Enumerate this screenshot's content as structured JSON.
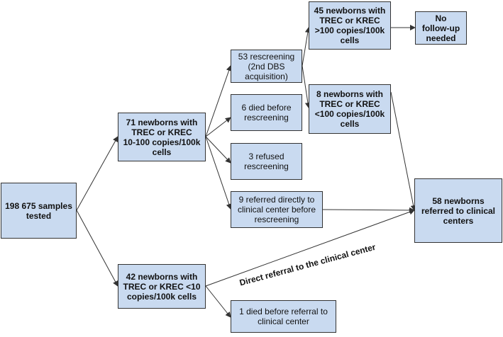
{
  "nodes": {
    "samples": "198 675 samples\ntested",
    "range10_100": "71 newborns with\nTREC or KREC\n10-100 copies/100k\ncells",
    "below10": "42 newborns with\nTREC or KREC <10\ncopies/100k cells",
    "rescreening": "53 rescreening\n(2nd DBS\nacquisition)",
    "died_before_rescreening": "6 died before\nrescreening",
    "refused_rescreening": "3 refused\nrescreening",
    "referred_directly": "9 referred directly to\nclinical center before\nrescreening",
    "died_before_referral": "1 died before referral to\nclinical center",
    "above100": "45 newborns with\nTREC or KREC\n>100 copies/100k\ncells",
    "below100": "8 newborns with\nTREC or KREC\n<100 copies/100k\ncells",
    "no_followup": "No\nfollow-up\nneeded",
    "referred_clinical": "58 newborns\nreferred to clinical\ncenters"
  },
  "edge_label": "Direct referral to the clinical center",
  "colors": {
    "box_fill": "#c9daf0",
    "box_border": "#333333",
    "arrow": "#333333"
  }
}
